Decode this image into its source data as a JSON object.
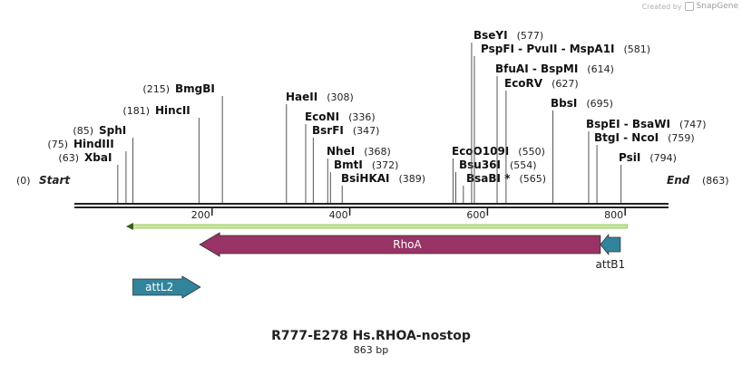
{
  "credit": {
    "created_by": "Created by",
    "app": "SnapGene"
  },
  "map": {
    "title": "R777-E278 Hs.RHOA-nostop",
    "length_label": "863 bp",
    "length": 863,
    "start_label": "Start",
    "start_pos": "(0)",
    "end_label": "End",
    "end_pos": "(863)",
    "ticks": [
      200,
      400,
      600,
      800
    ]
  },
  "sites": [
    {
      "label": "XbaI",
      "pos": "(63)",
      "cut": 63
    },
    {
      "label": "HindIII",
      "pos": "(75)",
      "cut": 75
    },
    {
      "label": "SphI",
      "pos": "(85)",
      "cut": 85
    },
    {
      "label": "HincII",
      "pos": "(181)",
      "cut": 181
    },
    {
      "label": "BmgBI",
      "pos": "(215)",
      "cut": 215
    },
    {
      "label": "HaeII",
      "pos": "(308)",
      "cut": 308
    },
    {
      "label": "EcoNI",
      "pos": "(336)",
      "cut": 336
    },
    {
      "label": "BsrFI",
      "pos": "(347)",
      "cut": 347
    },
    {
      "label": "NheI",
      "pos": "(368)",
      "cut": 368
    },
    {
      "label": "BmtI",
      "pos": "(372)",
      "cut": 372
    },
    {
      "label": "BsiHKAI",
      "pos": "(389)",
      "cut": 389
    },
    {
      "label": "EcoO109I",
      "pos": "(550)",
      "cut": 550
    },
    {
      "label": "Bsu36I",
      "pos": "(554)",
      "cut": 554
    },
    {
      "label": "BsaBI *",
      "pos": "(565)",
      "cut": 565
    },
    {
      "label": "BseYI",
      "pos": "(577)",
      "cut": 577
    },
    {
      "label": "PspFI  -  PvuII  -  MspA1I",
      "pos": "(581)",
      "cut": 581
    },
    {
      "label": "BfuAI  -  BspMI",
      "pos": "(614)",
      "cut": 614
    },
    {
      "label": "EcoRV",
      "pos": "(627)",
      "cut": 627
    },
    {
      "label": "BbsI",
      "pos": "(695)",
      "cut": 695
    },
    {
      "label": "BspEI  -  BsaWI",
      "pos": "(747)",
      "cut": 747
    },
    {
      "label": "BtgI  -  NcoI",
      "pos": "(759)",
      "cut": 759
    },
    {
      "label": "PsiI",
      "pos": "(794)",
      "cut": 794
    }
  ],
  "features": [
    {
      "name": "RhoA",
      "start": 182,
      "end": 764,
      "direction": "left",
      "color": "#993366"
    },
    {
      "name": "attB1",
      "start": 764,
      "end": 793,
      "direction": "left",
      "color": "#31849b"
    },
    {
      "name": "attL2",
      "start": 85,
      "end": 183,
      "direction": "right",
      "color": "#31849b"
    }
  ],
  "orf": {
    "start": 75,
    "end": 803,
    "direction": "left",
    "color": "#99cc66"
  }
}
